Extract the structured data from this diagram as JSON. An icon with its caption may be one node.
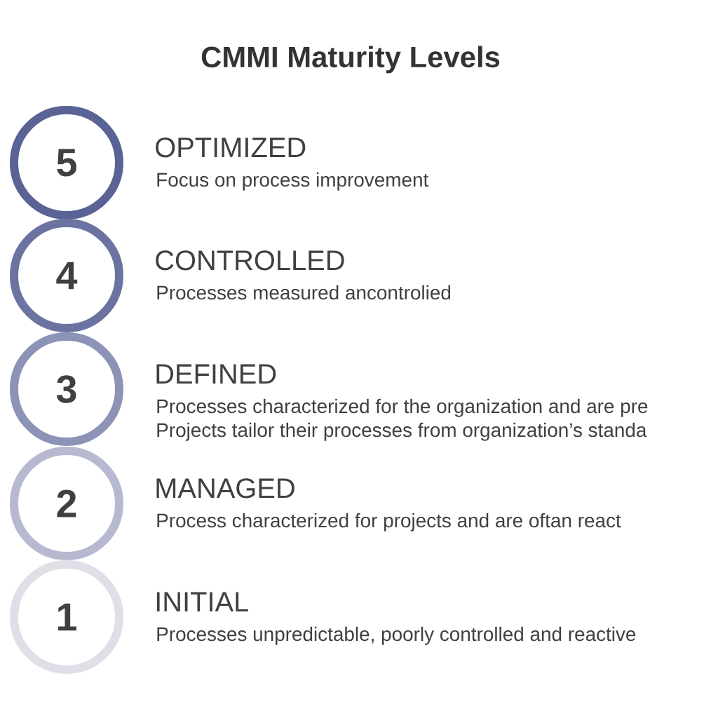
{
  "diagram": {
    "title": "CMMI Maturity Levels",
    "nodes": [
      {
        "text": [
          "5"
        ],
        "beside": [
          "OPTIMIZED",
          "Focus on process improvement"
        ]
      },
      {
        "text": [
          "4"
        ],
        "beside": [
          "CONTROLLED",
          "Processes measured ancontrolied"
        ]
      },
      {
        "text": [
          "3"
        ],
        "beside": [
          "DEFINED",
          "Processes characterized for the organization and are pre",
          "Projects tailor their processes from organization’s standa"
        ]
      },
      {
        "text": [
          "2"
        ],
        "beside": [
          "MANAGED",
          "Process characterized for projects and are oftan react"
        ]
      },
      {
        "text": [
          "1"
        ],
        "beside": [
          "INITIAL",
          "Processes unpredictable, poorly controlled and reactive"
        ]
      }
    ]
  }
}
